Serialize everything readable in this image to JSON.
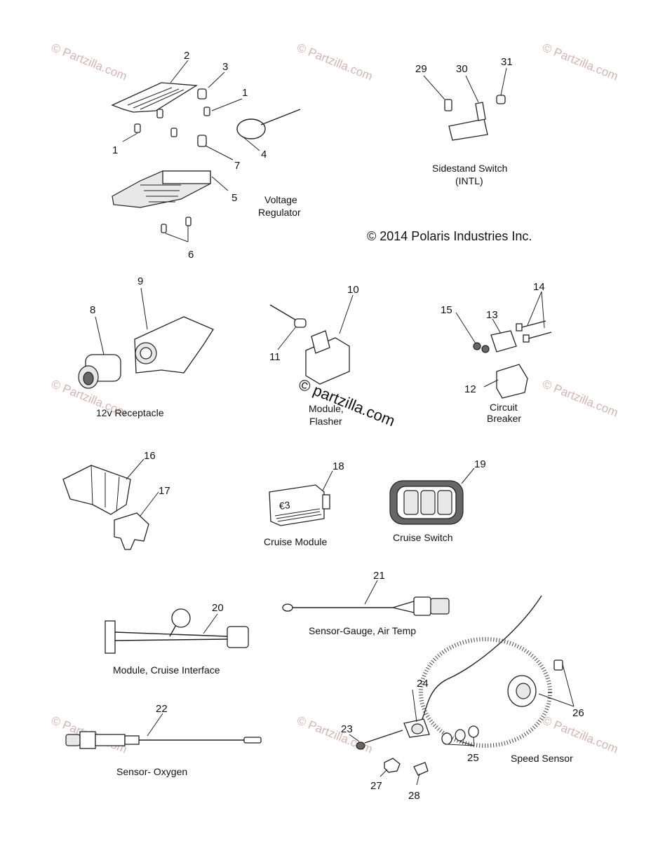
{
  "copyright": "© 2014 Polaris Industries Inc.",
  "watermark": {
    "text": "© Partzilla.com",
    "center_text": "© partzilla.com"
  },
  "callouts": [
    "1",
    "1",
    "2",
    "3",
    "4",
    "5",
    "6",
    "7",
    "8",
    "9",
    "10",
    "11",
    "12",
    "13",
    "14",
    "15",
    "16",
    "17",
    "18",
    "19",
    "20",
    "21",
    "22",
    "23",
    "24",
    "25",
    "26",
    "27",
    "28",
    "29",
    "30",
    "31"
  ],
  "labels": {
    "voltage_regulator": [
      "Voltage",
      "Regulator"
    ],
    "sidestand_switch": [
      "Sidestand Switch",
      "(INTL)"
    ],
    "receptacle": "12v Receptacle",
    "flasher": [
      "Module,",
      "Flasher"
    ],
    "circuit_breaker": [
      "Circuit",
      "Breaker"
    ],
    "cruise_module": "Cruise Module",
    "cruise_switch": "Cruise Switch",
    "air_temp": "Sensor-Gauge, Air Temp",
    "cruise_interface": "Module, Cruise Interface",
    "oxygen": "Sensor- Oxygen",
    "speed_sensor": "Speed Sensor"
  },
  "colors": {
    "ink": "#111111",
    "watermark": "#d9b3b3",
    "background": "#ffffff"
  }
}
